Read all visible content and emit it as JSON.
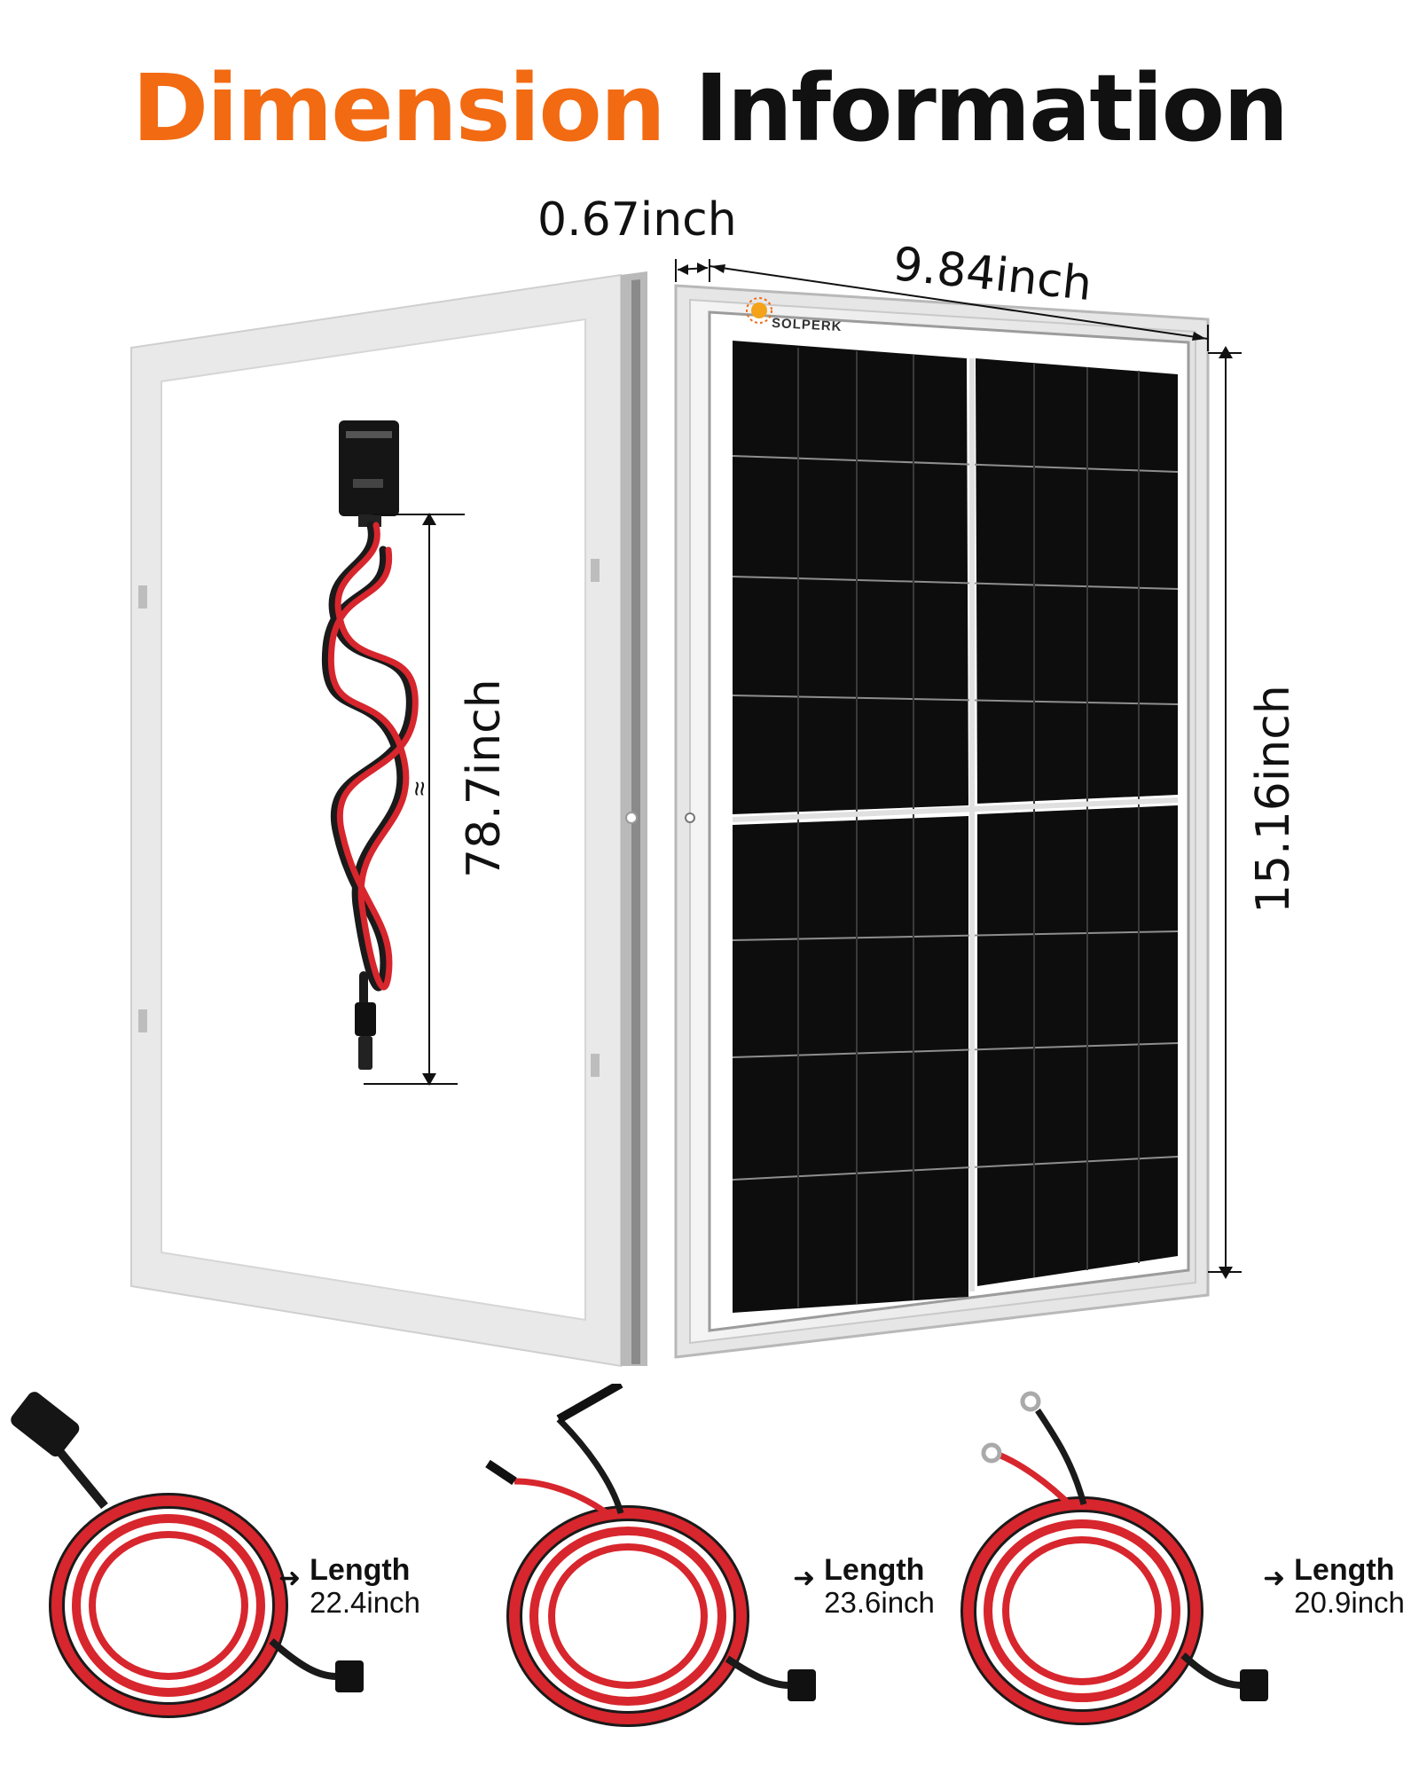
{
  "title": {
    "part1": "Dimension",
    "part2": "Information"
  },
  "brand": "SOLPERK",
  "dimensions": {
    "thickness": "0.67inch",
    "width": "9.84inch",
    "height": "15.16inch",
    "cable": "78.7inch",
    "approx_symbol": "≈"
  },
  "cables": [
    {
      "name": "cigarette-lighter-cable",
      "label": "Length",
      "value": "22.4inch"
    },
    {
      "name": "alligator-clip-cable",
      "label": "Length",
      "value": "23.6inch"
    },
    {
      "name": "ring-terminal-cable",
      "label": "Length",
      "value": "20.9inch"
    }
  ],
  "colors": {
    "accent": "#f26a12",
    "cable_red": "#d7262d",
    "cable_black": "#1a1a1a",
    "cell": "#0d0d0d"
  }
}
